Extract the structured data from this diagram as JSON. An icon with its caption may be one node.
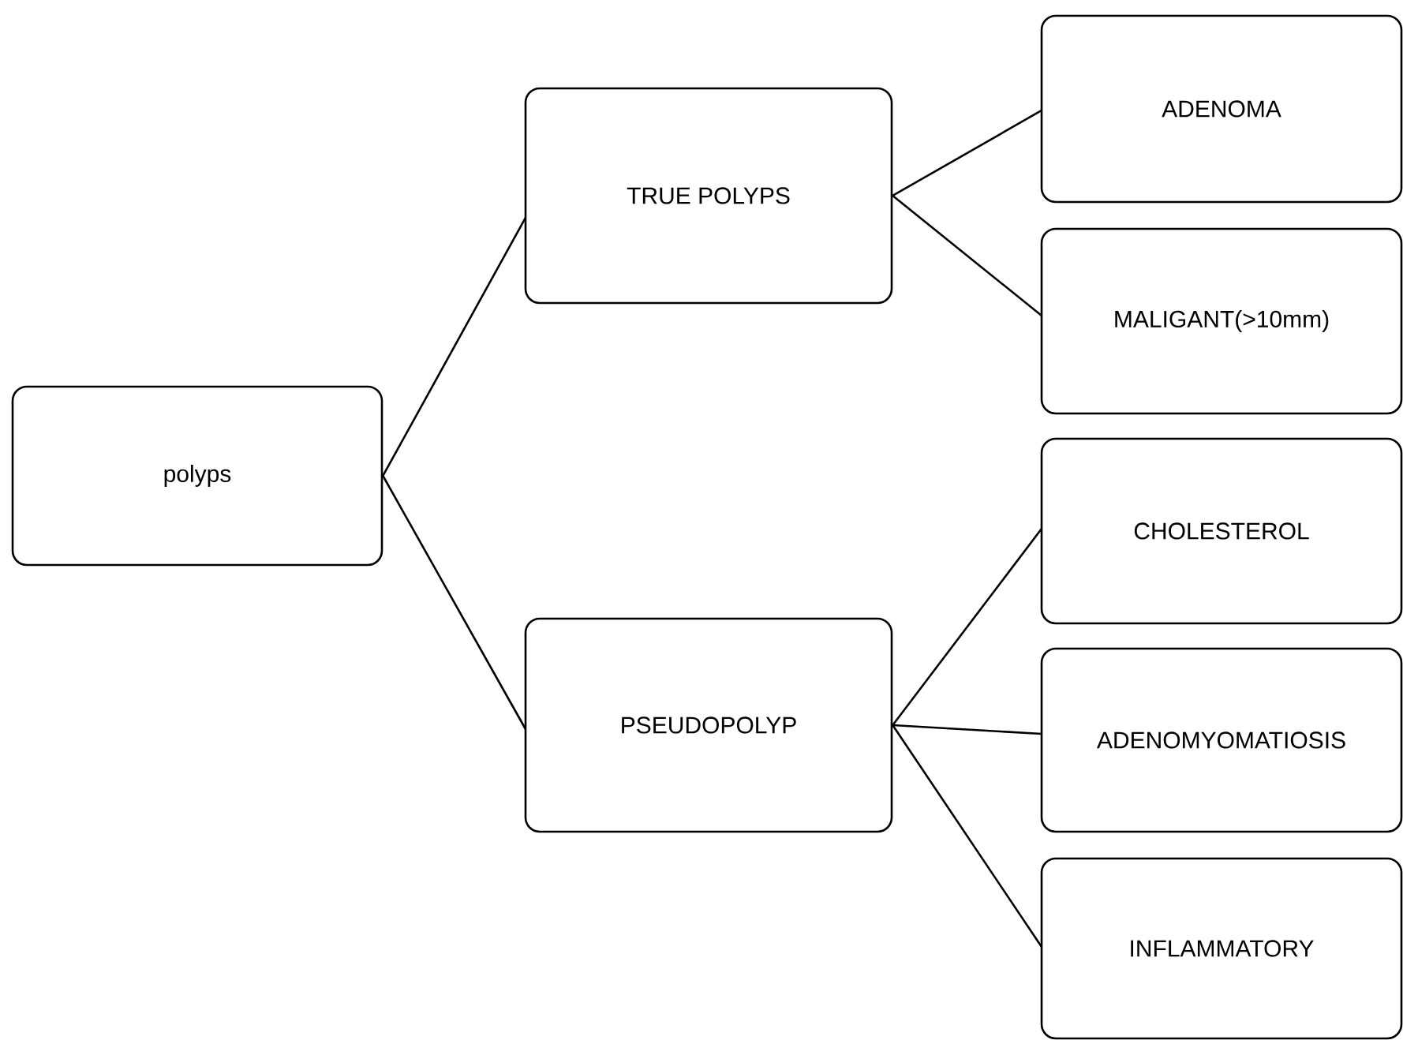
{
  "diagram": {
    "nodes": [
      {
        "text": [
          "polyps"
        ]
      },
      {
        "text": [
          "TRUE POLYPS"
        ]
      },
      {
        "text": [
          "PSEUDOPOLYP"
        ]
      },
      {
        "text": [
          "ADENOMA"
        ]
      },
      {
        "text": [
          "MALIGANT(>10mm)"
        ]
      },
      {
        "text": [
          "CHOLESTEROL"
        ]
      },
      {
        "text": [
          "ADENOMYOMATIOSIS"
        ]
      },
      {
        "text": [
          "INFLAMMATORY"
        ]
      }
    ],
    "edges": [
      {
        "from": 0,
        "to": 1,
        "arrow": "none"
      },
      {
        "from": 0,
        "to": 2,
        "arrow": "none"
      },
      {
        "from": 1,
        "to": 3,
        "arrow": "none"
      },
      {
        "from": 1,
        "to": 4,
        "arrow": "none"
      },
      {
        "from": 2,
        "to": 5,
        "arrow": "none"
      },
      {
        "from": 2,
        "to": 6,
        "arrow": "none"
      },
      {
        "from": 2,
        "to": 7,
        "arrow": "none"
      }
    ]
  }
}
